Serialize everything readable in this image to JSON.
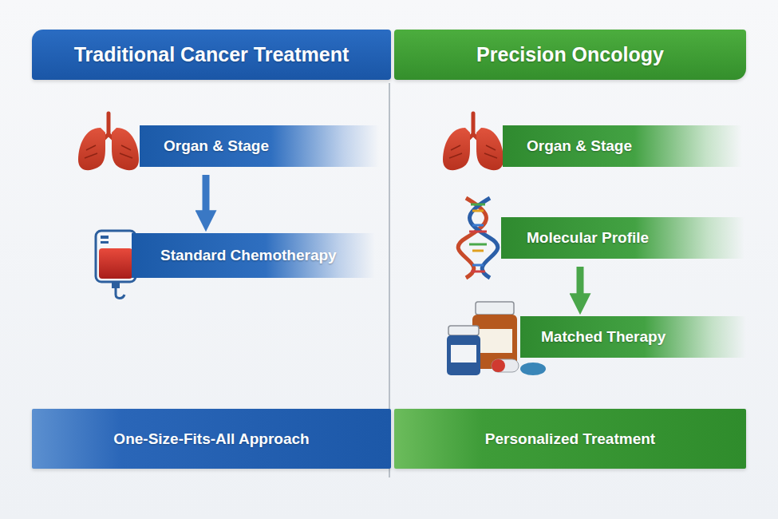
{
  "diagram": {
    "nodes": [
      {
        "text": [
          "Traditional Cancer Treatment"
        ]
      },
      {
        "text": [
          "Organ & Stage"
        ]
      },
      {
        "text": [
          "Standard Chemotherapy"
        ]
      },
      {
        "text": [
          "One-Size-Fits-All Approach"
        ]
      },
      {
        "text": [
          "Precision Oncology"
        ]
      },
      {
        "text": [
          "Organ & Stage"
        ]
      },
      {
        "text": [
          "Molecular Profile"
        ]
      },
      {
        "text": [
          "Matched Therapy"
        ]
      },
      {
        "text": [
          "Personalized Treatment"
        ]
      }
    ],
    "edges": [
      {
        "from": 1,
        "to": 2,
        "arrow": "to"
      },
      {
        "from": 6,
        "to": 7,
        "arrow": "to"
      }
    ]
  }
}
